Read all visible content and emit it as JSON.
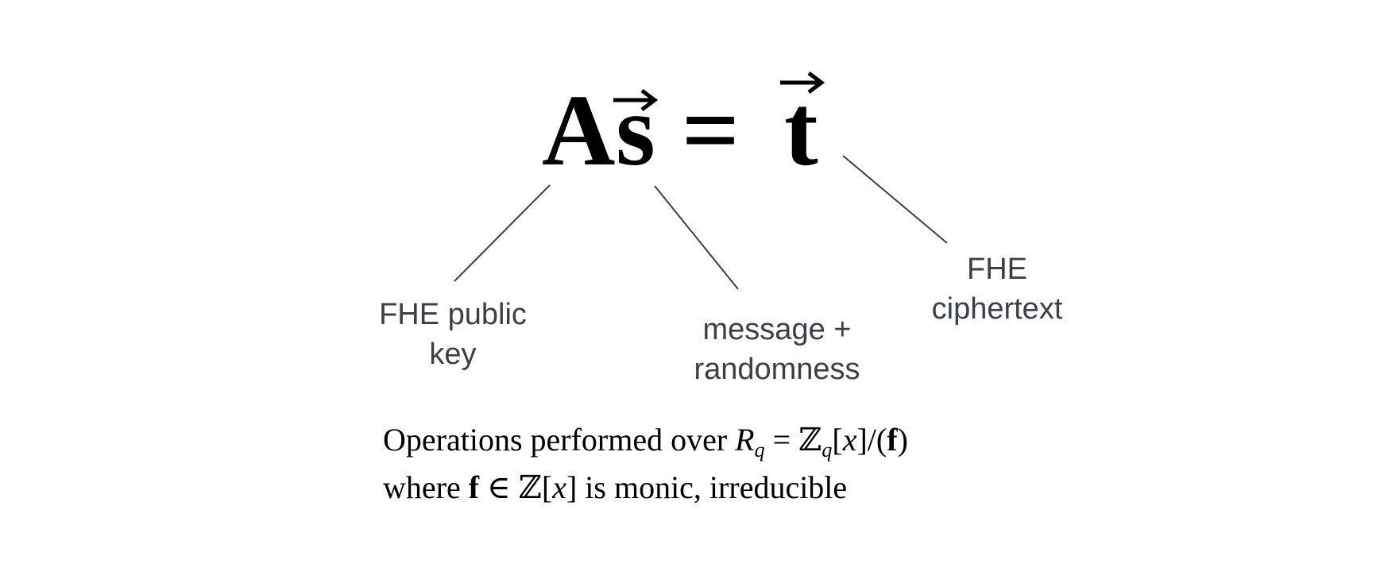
{
  "equation": {
    "matrix": "A",
    "vector_s": "s",
    "equals": "=",
    "vector_t": "t"
  },
  "labels": {
    "public_key": [
      "FHE public",
      "key"
    ],
    "message": [
      "message +",
      "randomness"
    ],
    "ciphertext": [
      "FHE",
      "ciphertext"
    ]
  },
  "note": {
    "line1_text": "Operations performed over ",
    "line1_R": "R",
    "line1_q": "q",
    "line1_eq": " = ",
    "line1_Z": "ℤ",
    "line1_zq": "q",
    "line1_poly": "[x]/(",
    "line1_f": "f",
    "line1_close": ")",
    "line2_where": "where ",
    "line2_f": "f",
    "line2_in": " ∈ ℤ[",
    "line2_x": "x",
    "line2_rest": "] is monic, irreducible"
  },
  "colors": {
    "label_text": "#3a3f4a",
    "connector_line": "#3a3f4a",
    "equation_text": "#000000"
  }
}
